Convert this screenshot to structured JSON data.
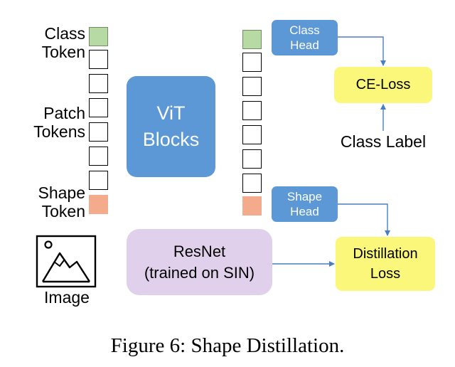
{
  "input_labels": {
    "class_token": [
      "Class",
      "Token"
    ],
    "patch_tokens": [
      "Patch",
      "Tokens"
    ],
    "shape_token": [
      "Shape",
      "Token"
    ]
  },
  "vit_blocks": [
    "ViT",
    "Blocks"
  ],
  "class_head": [
    "Class",
    "Head"
  ],
  "shape_head": [
    "Shape",
    "Head"
  ],
  "ce_loss": "CE-Loss",
  "class_label": "Class Label",
  "resnet": [
    "ResNet",
    "(trained on SIN)"
  ],
  "distillation_loss": [
    "Distillation",
    "Loss"
  ],
  "image_label": "Image",
  "caption": "Figure 6: Shape Distillation.",
  "colors": {
    "vit_blue": "#5b98d5",
    "loss_yellow": "#fbf77a",
    "resnet_purple": "#e0d0ec",
    "class_token_green": "#b7d9a4",
    "shape_token_orange": "#f4ab8c"
  }
}
